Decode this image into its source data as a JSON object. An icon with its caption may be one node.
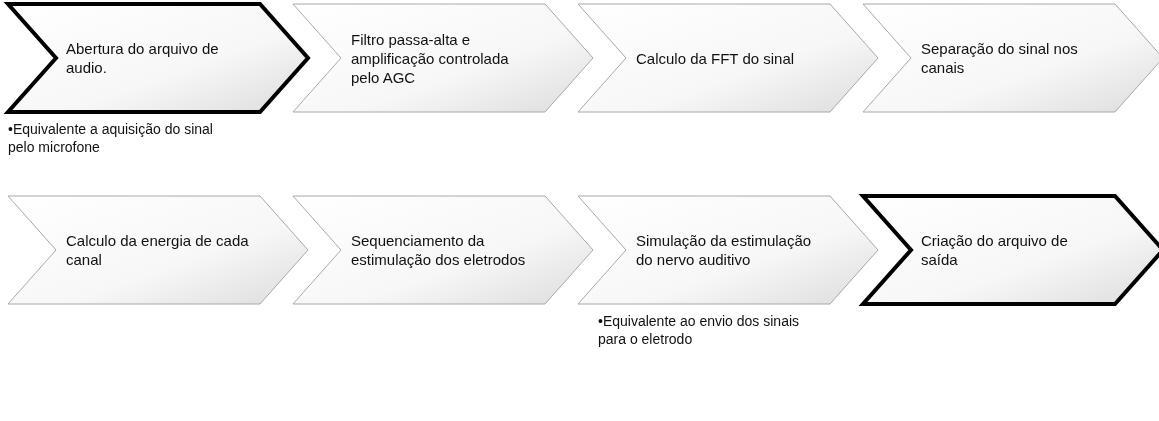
{
  "diagram": {
    "nodes": [
      {
        "text": [
          "Abertura do arquivo de audio."
        ],
        "beside": [
          "•Equivalente a aquisição do sinal pelo microfone"
        ]
      },
      {
        "text": [
          "Filtro passa-alta e amplificação controlada pelo AGC"
        ]
      },
      {
        "text": [
          "Calculo da FFT do sinal"
        ]
      },
      {
        "text": [
          "Separação do sinal nos canais"
        ]
      },
      {
        "text": [
          "Calculo da energia de cada canal"
        ]
      },
      {
        "text": [
          "Sequenciamento da estimulação dos eletrodos"
        ]
      },
      {
        "text": [
          "Simulação da estimulação do nervo auditivo"
        ],
        "beside": [
          "•Equivalente ao envio dos sinais para o eletrodo"
        ]
      },
      {
        "text": [
          "Criação do arquivo de saída"
        ]
      }
    ]
  }
}
